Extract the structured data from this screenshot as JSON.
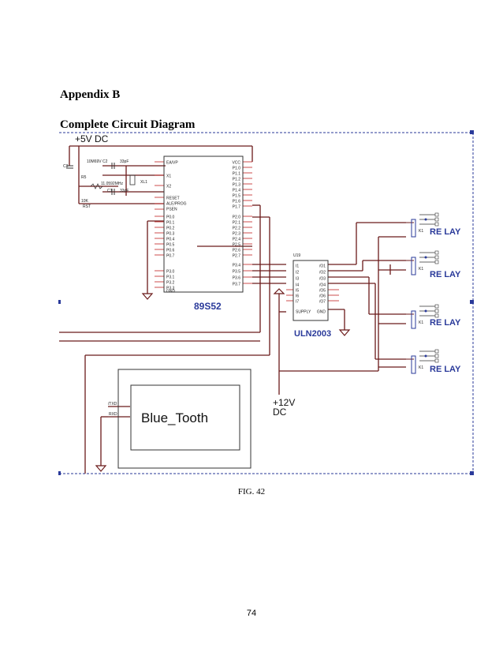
{
  "document": {
    "appendix_title": "Appendix B",
    "subtitle": "Complete Circuit Diagram",
    "figure_caption": "FIG. 42",
    "page_number": "74"
  },
  "diagram": {
    "supply_5v": "+5V DC",
    "supply_12v": "+12V",
    "supply_12v_unit": "DC",
    "mcu_label": "89S52",
    "driver_label": "ULN2003",
    "driver_ref": "U19",
    "bluetooth_label": "Blue_Tooth",
    "bluetooth_tx": "/TXD",
    "bluetooth_rx": "RXD",
    "relay_labels": [
      "RE LAY",
      "RE LAY",
      "RE LAY",
      "RE LAY"
    ],
    "relay_ref": "K1",
    "crystal": "XL1",
    "components": {
      "c3": "C3",
      "c2": "10M69V C2",
      "c2_val": "33pF",
      "c1": "C1",
      "c1_val": "33pF",
      "r5": "R5",
      "r_val": "10K",
      "rst": "RST",
      "mhz": "11.0592MHz"
    },
    "mcu_pins_left": [
      "EA/VP",
      "X1",
      "X2",
      "RESET",
      "ALE/PROG",
      "PSEN",
      "P0.0",
      "P0.1",
      "P0.2",
      "P0.3",
      "P0.4",
      "P0.5",
      "P0.6",
      "P0.7",
      "P3.0",
      "P3.1",
      "P3.2",
      "P3.3",
      "GND"
    ],
    "mcu_pins_right": [
      "VCC",
      "P1.0",
      "P1.1",
      "P1.2",
      "P1.3",
      "P1.4",
      "P1.5",
      "P1.6",
      "P1.7",
      "P2.0",
      "P2.1",
      "P2.2",
      "P2.3",
      "P2.4",
      "P2.5",
      "P2.6",
      "P2.7",
      "P3.4",
      "P3.5",
      "P3.6",
      "P3.7"
    ],
    "uln_pins_left": [
      "I1",
      "I2",
      "I3",
      "I4",
      "I5",
      "I6",
      "I7",
      "SUPPLY"
    ],
    "uln_pins_right": [
      "/O1",
      "/O2",
      "/O3",
      "/O4",
      "/O5",
      "/O6",
      "/O7",
      "GND"
    ]
  }
}
